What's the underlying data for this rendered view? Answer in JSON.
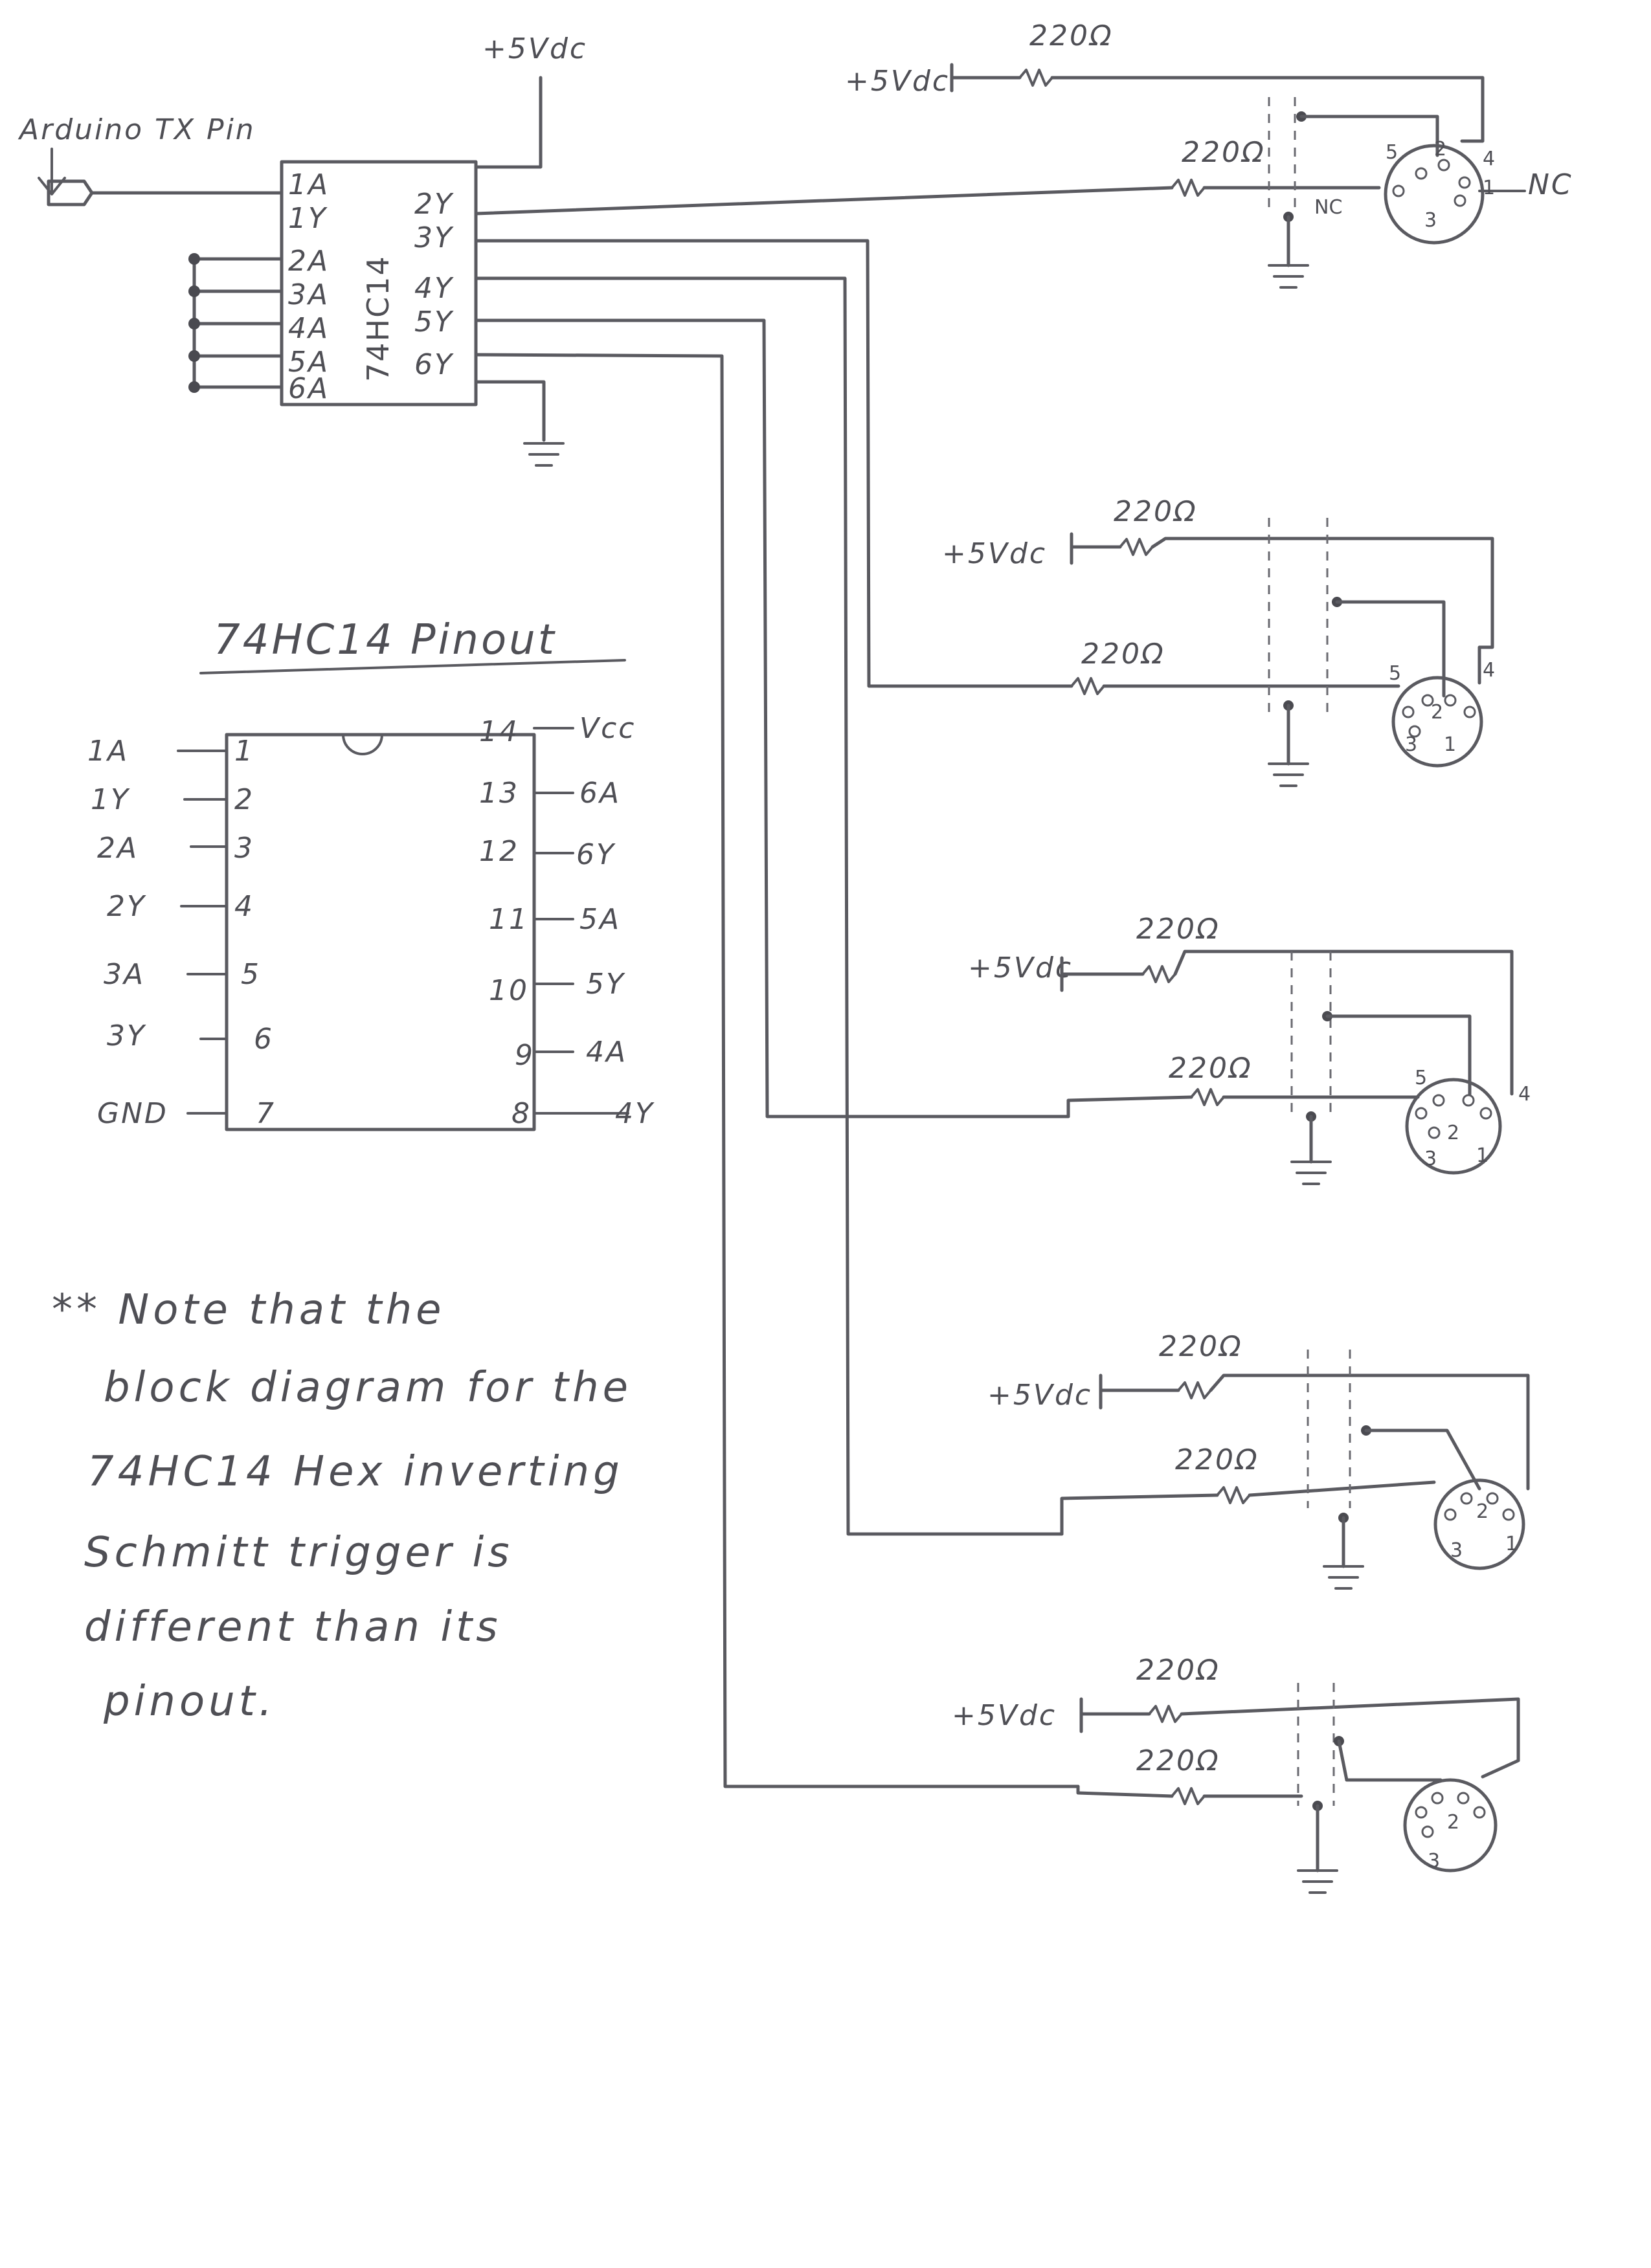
{
  "top": {
    "vcc_label": "+5Vdc",
    "input_label": "Arduino TX Pin"
  },
  "chip": {
    "name": "74HC14",
    "left_pins": [
      "1A",
      "1Y",
      "2A",
      "3A",
      "4A",
      "5A",
      "6A"
    ],
    "right_pins": [
      "2Y",
      "3Y",
      "4Y",
      "5Y",
      "6Y"
    ]
  },
  "pinout": {
    "title": "74HC14 Pinout",
    "left": [
      {
        "name": "1A",
        "num": "1"
      },
      {
        "name": "1Y",
        "num": "2"
      },
      {
        "name": "2A",
        "num": "3"
      },
      {
        "name": "2Y",
        "num": "4"
      },
      {
        "name": "3A",
        "num": "5"
      },
      {
        "name": "3Y",
        "num": "6"
      },
      {
        "name": "GND",
        "num": "7"
      }
    ],
    "right": [
      {
        "name": "Vcc",
        "num": "14"
      },
      {
        "name": "6A",
        "num": "13"
      },
      {
        "name": "6Y",
        "num": "12"
      },
      {
        "name": "5A",
        "num": "11"
      },
      {
        "name": "5Y",
        "num": "10"
      },
      {
        "name": "4A",
        "num": "9"
      },
      {
        "name": "4Y",
        "num": "8"
      }
    ]
  },
  "note": {
    "lines": [
      "** Note that the",
      "block diagram for the",
      "74HC14 Hex inverting",
      "Schmitt trigger is",
      "different than its",
      "pinout."
    ]
  },
  "outputs": {
    "vcc_label": "+5Vdc",
    "resistor_label": "220Ω",
    "nc_label": "NC",
    "din_pins": [
      "5",
      "2",
      "4",
      "3",
      "1"
    ]
  },
  "colors": {
    "ink": "#5a5a60",
    "paper": "#ffffff"
  }
}
